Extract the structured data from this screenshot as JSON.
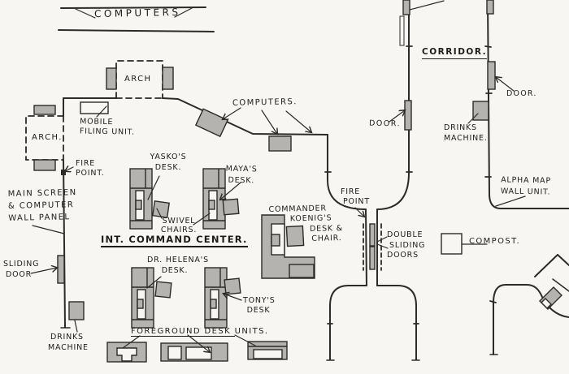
{
  "titles": {
    "room": "INT. COMMAND CENTER.",
    "corridor": "CORRIDOR."
  },
  "labels": {
    "computers_top": "COMPUTERS",
    "computers_room": "COMPUTERS.",
    "arch_top": "ARCH",
    "arch_left": "ARCH.",
    "mobile_filing": [
      "MOBILE",
      "FILING UNIT."
    ],
    "fire_point_west": [
      "FIRE",
      "POINT."
    ],
    "main_screen": [
      "MAIN SCREEN",
      "& COMPUTER",
      "WALL PANEL"
    ],
    "sliding_door": [
      "SLIDING",
      "DOOR"
    ],
    "drinks_machine_room": [
      "DRINKS",
      "MACHINE"
    ],
    "yasko_desk": [
      "YASKO'S",
      "DESK."
    ],
    "maya_desk": [
      "MAYA'S",
      "DESK."
    ],
    "swivel_chairs": [
      "SWIVEL",
      "CHAIRS."
    ],
    "dr_helena_desk": [
      "DR. HELENA'S",
      "DESK."
    ],
    "tony_desk": [
      "TONY'S",
      "DESK"
    ],
    "koenig_desk": [
      "COMMANDER",
      "KOENIG'S",
      "DESK &",
      "CHAIR."
    ],
    "foreground_desks": [
      "FOREGROUND DESK ",
      "UNITS."
    ],
    "fire_point_mid": [
      "FIRE",
      "POINT"
    ],
    "double_sliding_doors": [
      "DOUBLE",
      "SLIDING",
      "DOORS"
    ],
    "door_west": "DOOR.",
    "door_east": "DOOR.",
    "drinks_machine_corridor": [
      "DRINKS",
      "MACHINE."
    ],
    "alpha_map": [
      "ALPHA MAP",
      "WALL UNIT."
    ],
    "compost": "COMPOST."
  },
  "colors": {
    "paper": "#f7f6f2",
    "ink": "#2b2b2b",
    "panel_fill": "#b5b3af"
  }
}
